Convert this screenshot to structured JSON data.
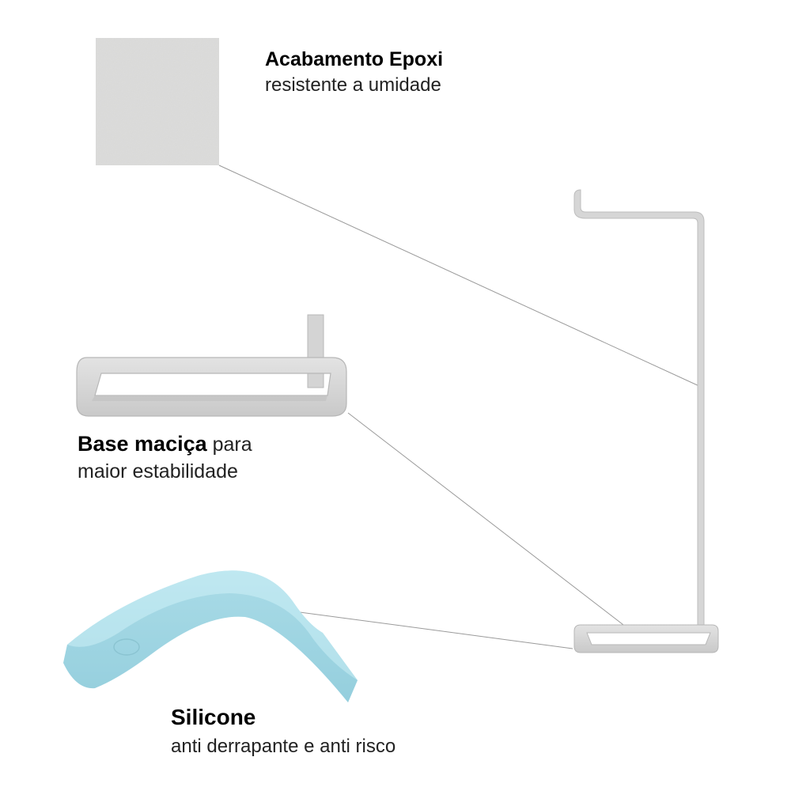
{
  "features": {
    "finish": {
      "title": "Acabamento Epoxi",
      "subtitle": "resistente a umidade"
    },
    "base": {
      "title": "Base maciça",
      "title_suffix": " para",
      "subtitle": "maior estabilidade"
    },
    "silicone": {
      "title": "Silicone",
      "subtitle": "anti derrapante e anti risco"
    }
  },
  "colors": {
    "background": "#ffffff",
    "swatch": "#dcdcdb",
    "metal": "#d8d8d8",
    "metal_edge": "#b9b9b9",
    "silicone": "#a9dbe8",
    "leader_line": "#9a9a9a"
  }
}
